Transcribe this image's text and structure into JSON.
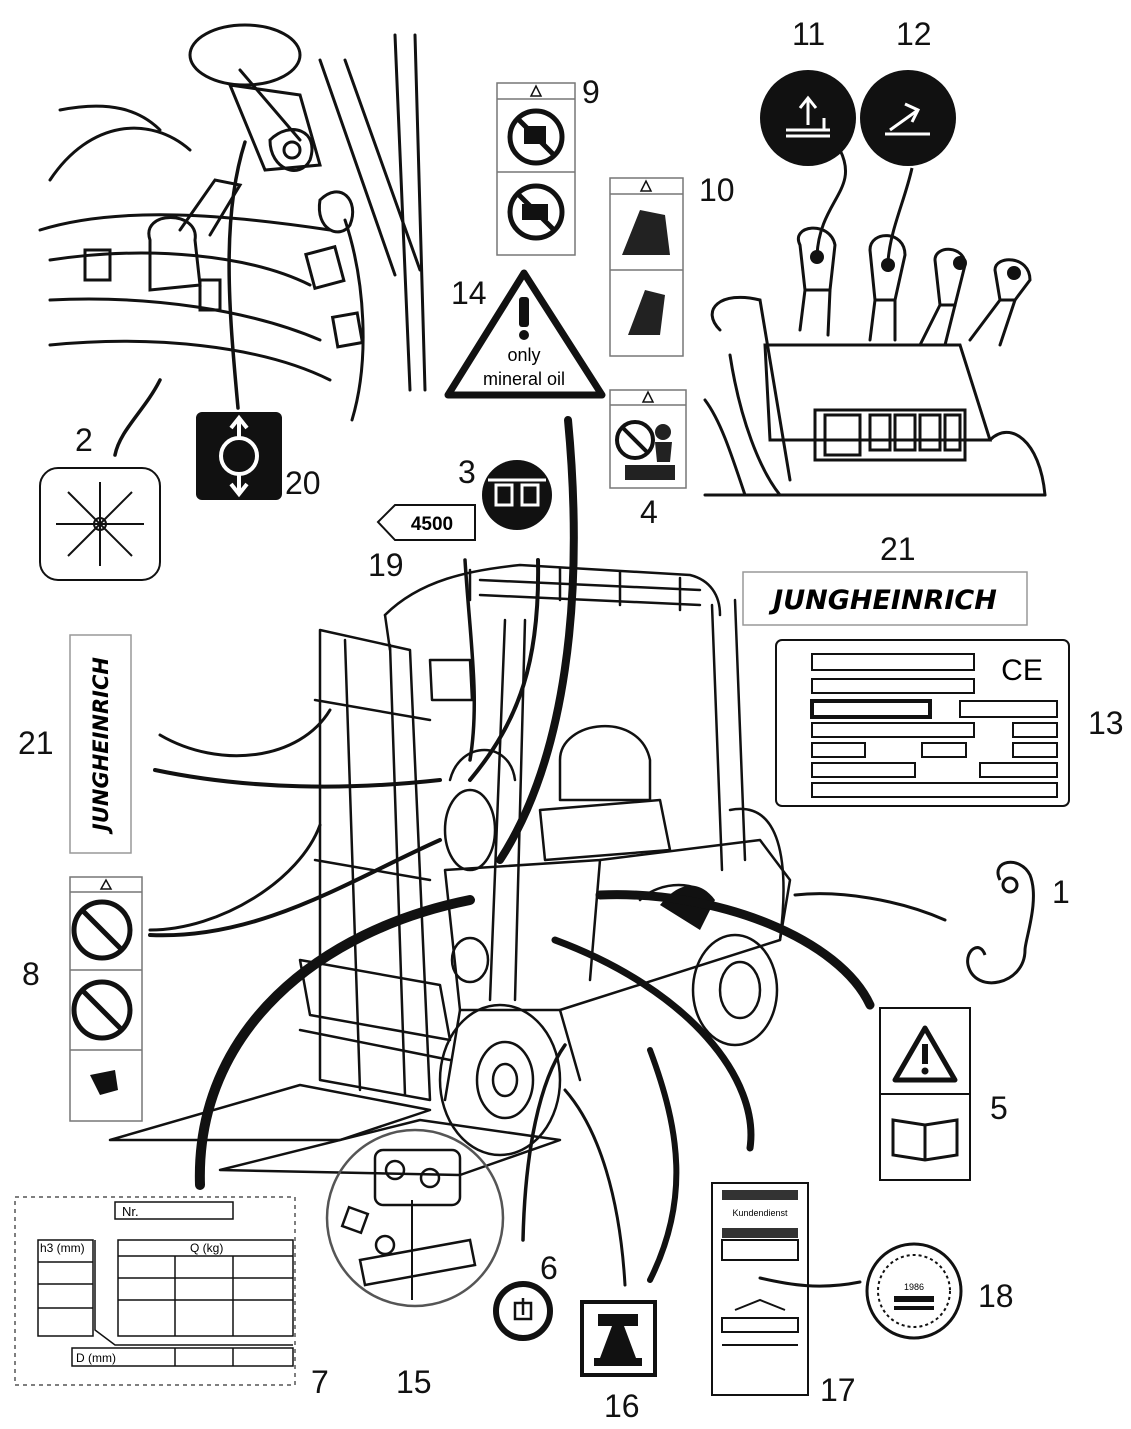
{
  "callouts": {
    "n1": "1",
    "n2": "2",
    "n3": "3",
    "n4": "4",
    "n5": "5",
    "n6": "6",
    "n7": "7",
    "n8": "8",
    "n9": "9",
    "n10": "10",
    "n11": "11",
    "n12": "12",
    "n13": "13",
    "n14": "14",
    "n15": "15",
    "n16": "16",
    "n17": "17",
    "n18": "18",
    "n19": "19",
    "n20": "20",
    "n21a": "21",
    "n21b": "21"
  },
  "labels": {
    "mineral_oil_line1": "only",
    "mineral_oil_line2": "mineral oil",
    "capacity_badge": "4500",
    "brand_name": "JUNGHEINRICH",
    "ce_mark": "CE",
    "load_chart_nr": "Nr.",
    "load_chart_h3": "h3 (mm)",
    "load_chart_q": "Q (kg)",
    "load_chart_d": "D (mm)",
    "service_title": "Kundendienst",
    "seal_year": "1986"
  },
  "icons": [
    "hook-icon",
    "warning-triangle-icon",
    "manual-book-icon",
    "tilt-lever-icon",
    "lift-lever-icon",
    "no-standing-under-load-icon",
    "no-passengers-icon",
    "steering-column-adjust-icon",
    "tow-point-icon",
    "jack-point-icon",
    "ce-mark-icon",
    "inspection-seal-icon"
  ],
  "colors": {
    "ink": "#111111",
    "paper": "#ffffff",
    "dashed_border": "#555555"
  }
}
